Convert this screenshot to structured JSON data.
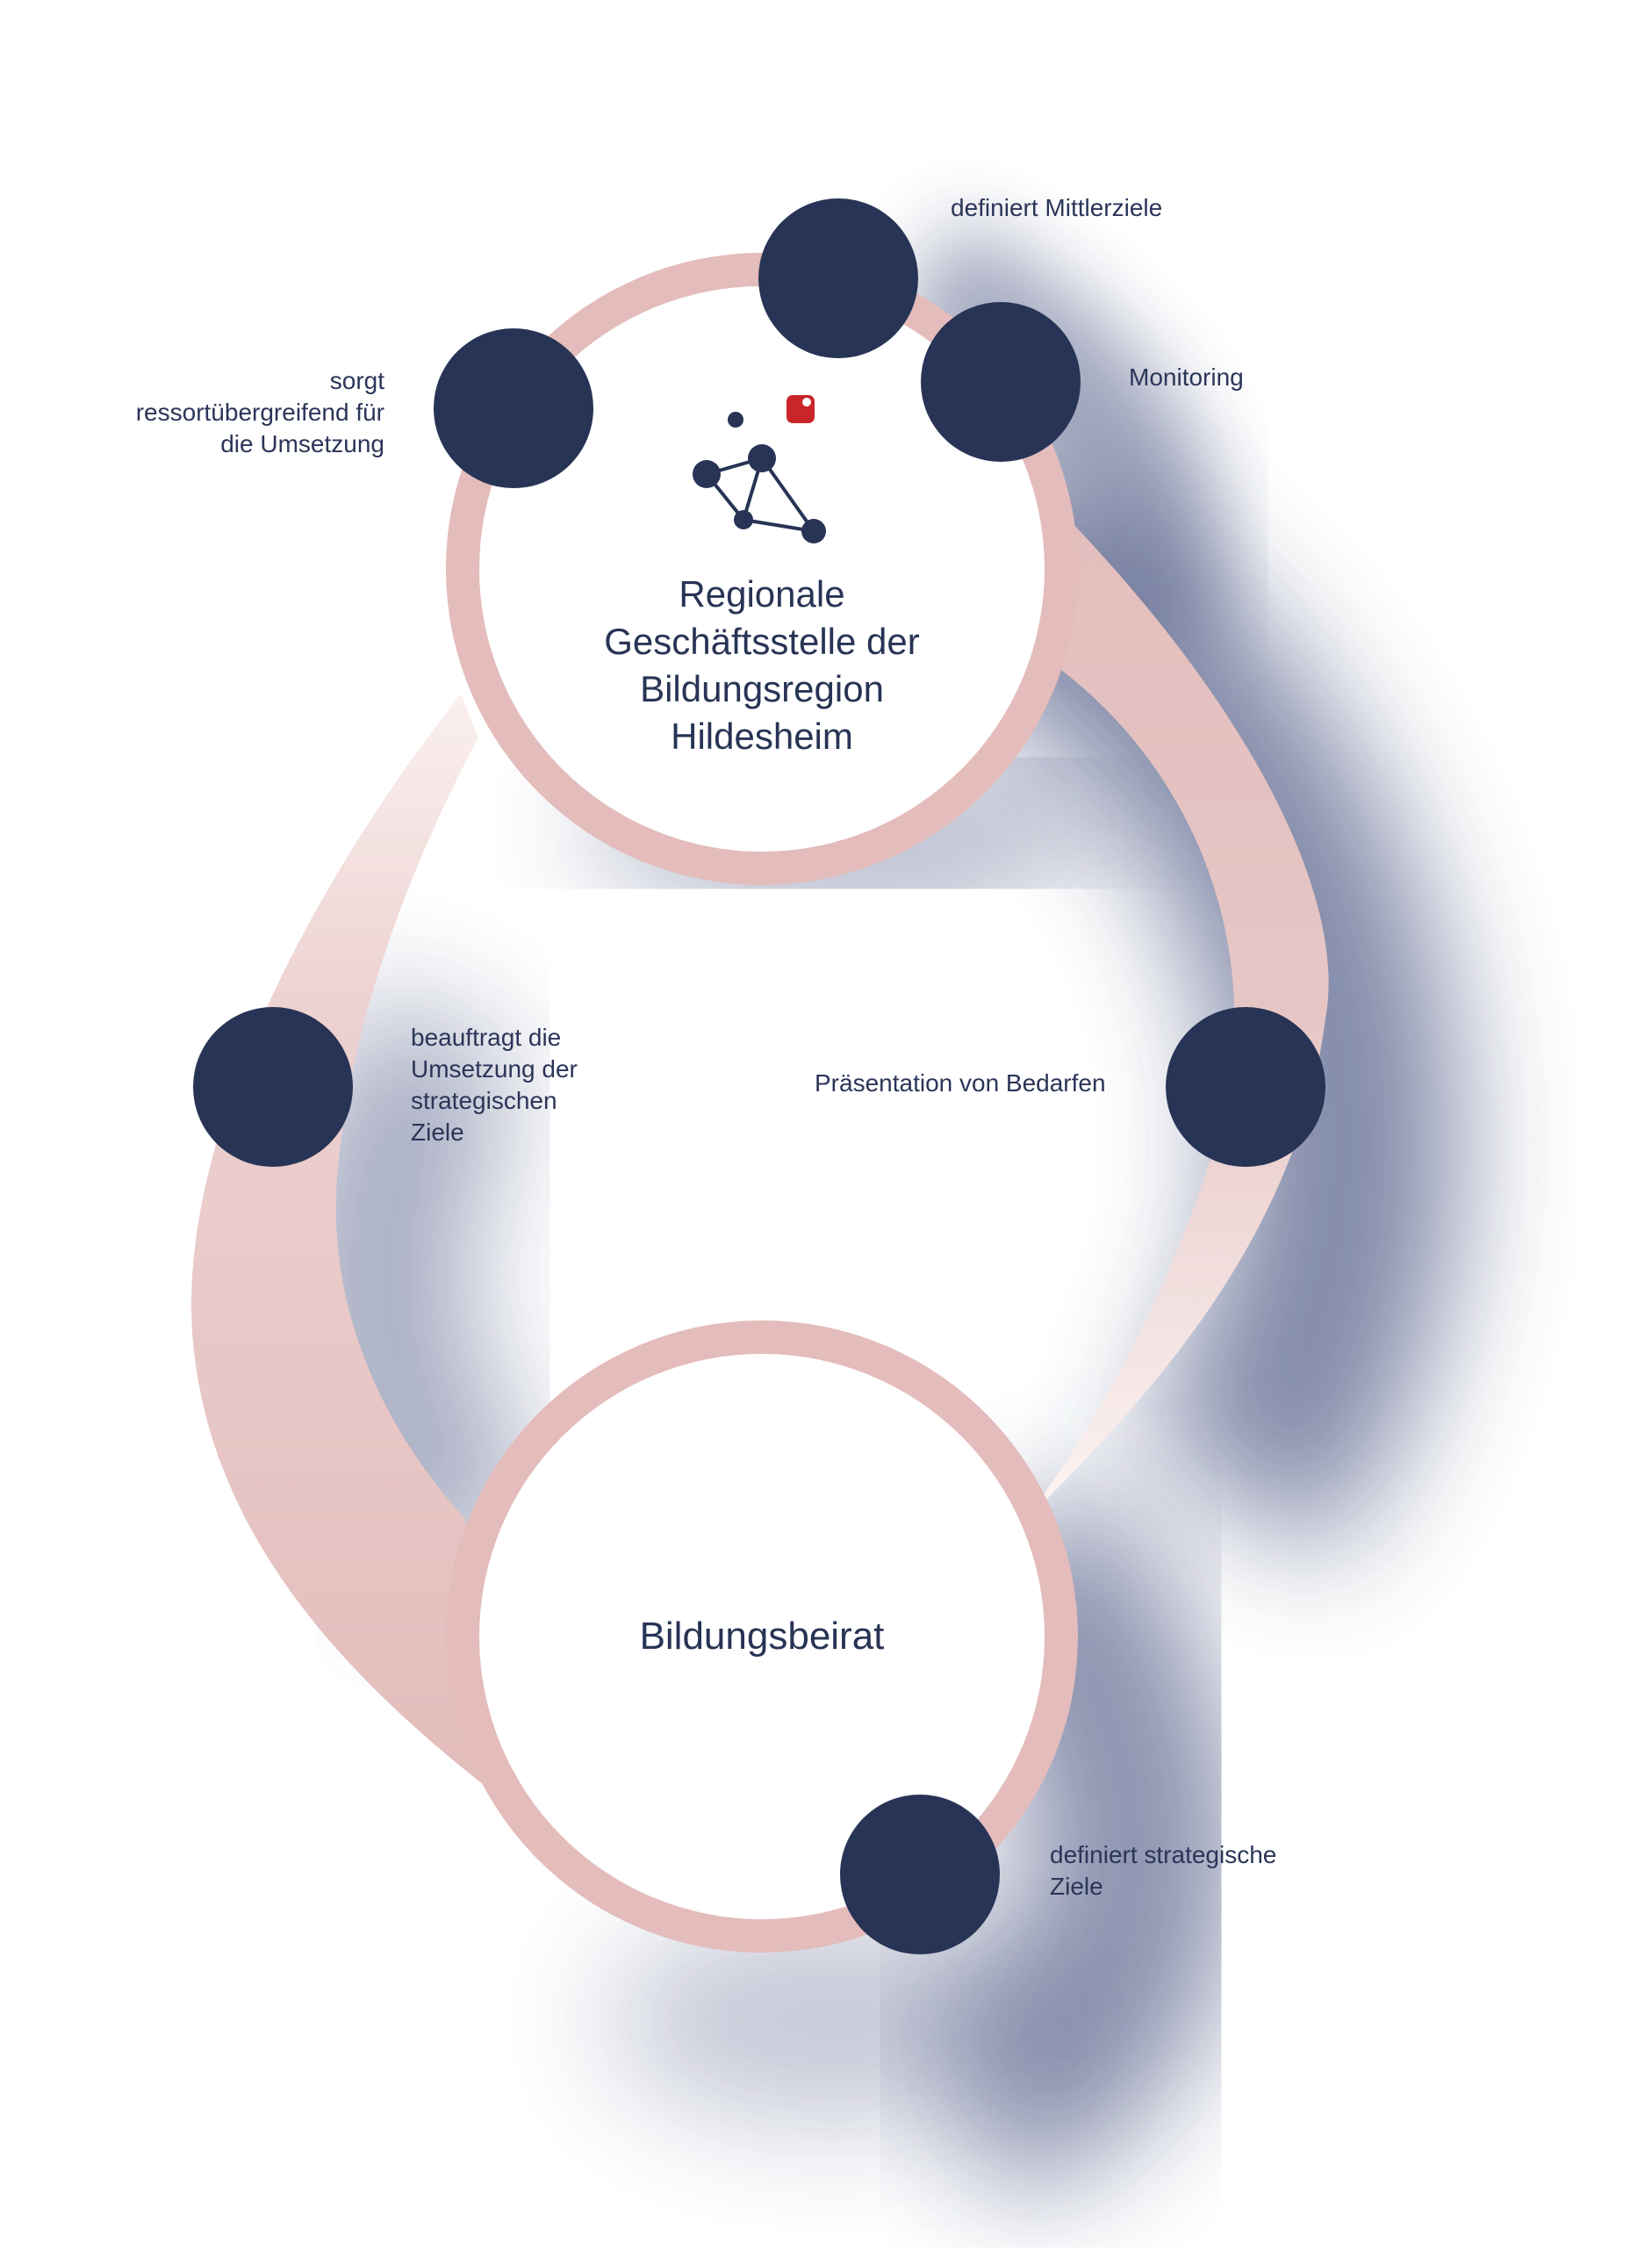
{
  "colors": {
    "ring": "#e3bcbb",
    "node": "#283455",
    "text": "#2b3558",
    "shadow": "#3a4677",
    "logo_accent": "#c9252b",
    "background": "#ffffff"
  },
  "top_circle": {
    "title": "Regionale\nGeschäftsstelle der\nBildungsregion\nHildesheim",
    "logo": "bildungsregion-network-logo"
  },
  "bottom_circle": {
    "title": "Bildungsbeirat"
  },
  "labels": {
    "definiert_mittlerziele": "definiert Mittlerziele",
    "monitoring": "Monitoring",
    "sorgt": "sorgt\nressortübergreifend für\ndie Umsetzung",
    "beauftragt": "beauftragt die\nUmsetzung der\nstrategischen\nZiele",
    "praesentation": "Präsentation von Bedarfen",
    "definiert_strategische": "definiert strategische\nZiele"
  }
}
